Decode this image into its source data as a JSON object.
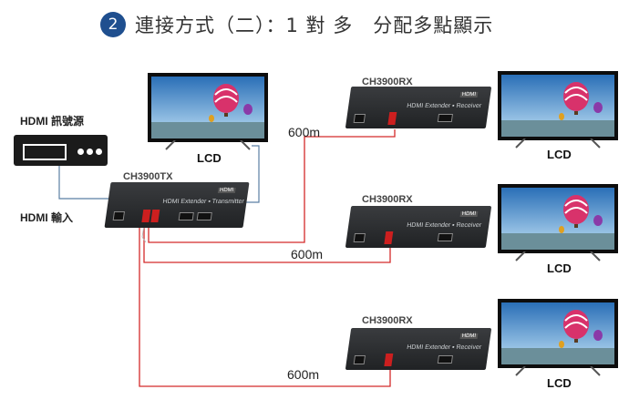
{
  "title": {
    "badge": "2",
    "text": "連接方式（二）：1 對 多　分配多點顯示"
  },
  "labels": {
    "source": "HDMI 訊號源",
    "input": "HDMI 輸入",
    "tx_model": "CH3900TX",
    "rx_model_1": "CH3900RX",
    "rx_model_2": "CH3900RX",
    "rx_model_3": "CH3900RX",
    "dist_1": "600m",
    "dist_2": "600m",
    "dist_3": "600m",
    "lcd_tx": "LCD",
    "lcd_1": "LCD",
    "lcd_2": "LCD",
    "lcd_3": "LCD"
  },
  "device": {
    "tx_text": "HDMI Extender ▪ Transmitter",
    "rx_text": "HDMI Extender ▪ Receiver",
    "logo": "HDMI"
  },
  "colors": {
    "badge": "#1f4f8f",
    "cable_red": "#d42a2a",
    "cable_blue": "#5b7fa3"
  }
}
